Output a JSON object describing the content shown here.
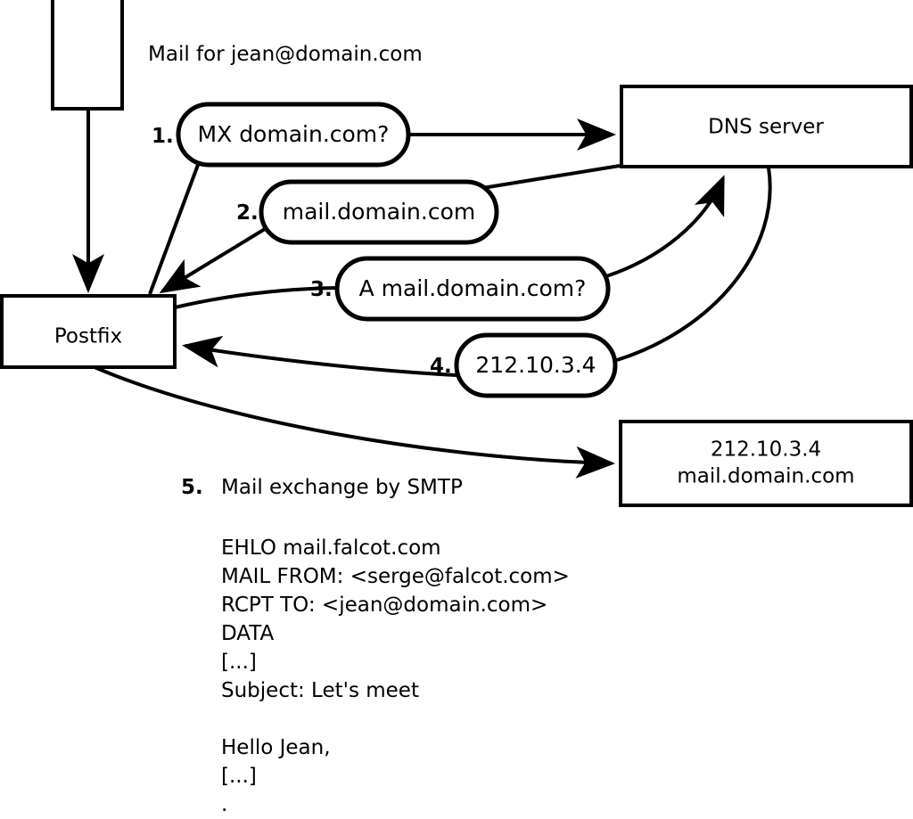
{
  "diagram": {
    "title_caption": "Mail for jean@domain.com",
    "nodes": {
      "mail_client": {
        "label": ""
      },
      "postfix": {
        "label": "Postfix"
      },
      "dns_server": {
        "label": "DNS server"
      },
      "mail_server": {
        "line1": "212.10.3.4",
        "line2": "mail.domain.com"
      }
    },
    "steps": [
      {
        "num": "1.",
        "label": "MX domain.com?"
      },
      {
        "num": "2.",
        "label": "mail.domain.com"
      },
      {
        "num": "3.",
        "label": "A mail.domain.com?"
      },
      {
        "num": "4.",
        "label": "212.10.3.4"
      }
    ],
    "step5": {
      "num": "5.",
      "label": "Mail exchange by SMTP"
    },
    "smtp_transcript": [
      "EHLO mail.falcot.com",
      "MAIL FROM: <serge@falcot.com>",
      "RCPT TO: <jean@domain.com>",
      "DATA",
      "[...]",
      "Subject: Let's meet",
      "",
      "Hello Jean,",
      "[...]",
      "."
    ],
    "colors": {
      "stroke": "#000000",
      "fill": "#ffffff",
      "text": "#000000"
    }
  }
}
